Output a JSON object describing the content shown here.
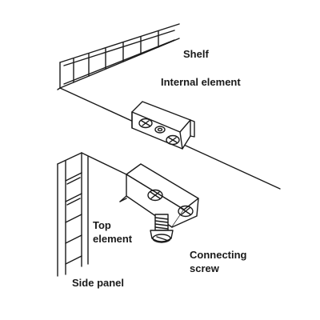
{
  "labels": {
    "shelf": "Shelf",
    "internal_element": "Internal element",
    "top_element_line1": "Top",
    "top_element_line2": "element",
    "connecting_screw_line1": "Connecting",
    "connecting_screw_line2": "screw",
    "side_panel": "Side panel"
  },
  "colors": {
    "stroke": "#1a1a1a",
    "background": "#ffffff"
  }
}
